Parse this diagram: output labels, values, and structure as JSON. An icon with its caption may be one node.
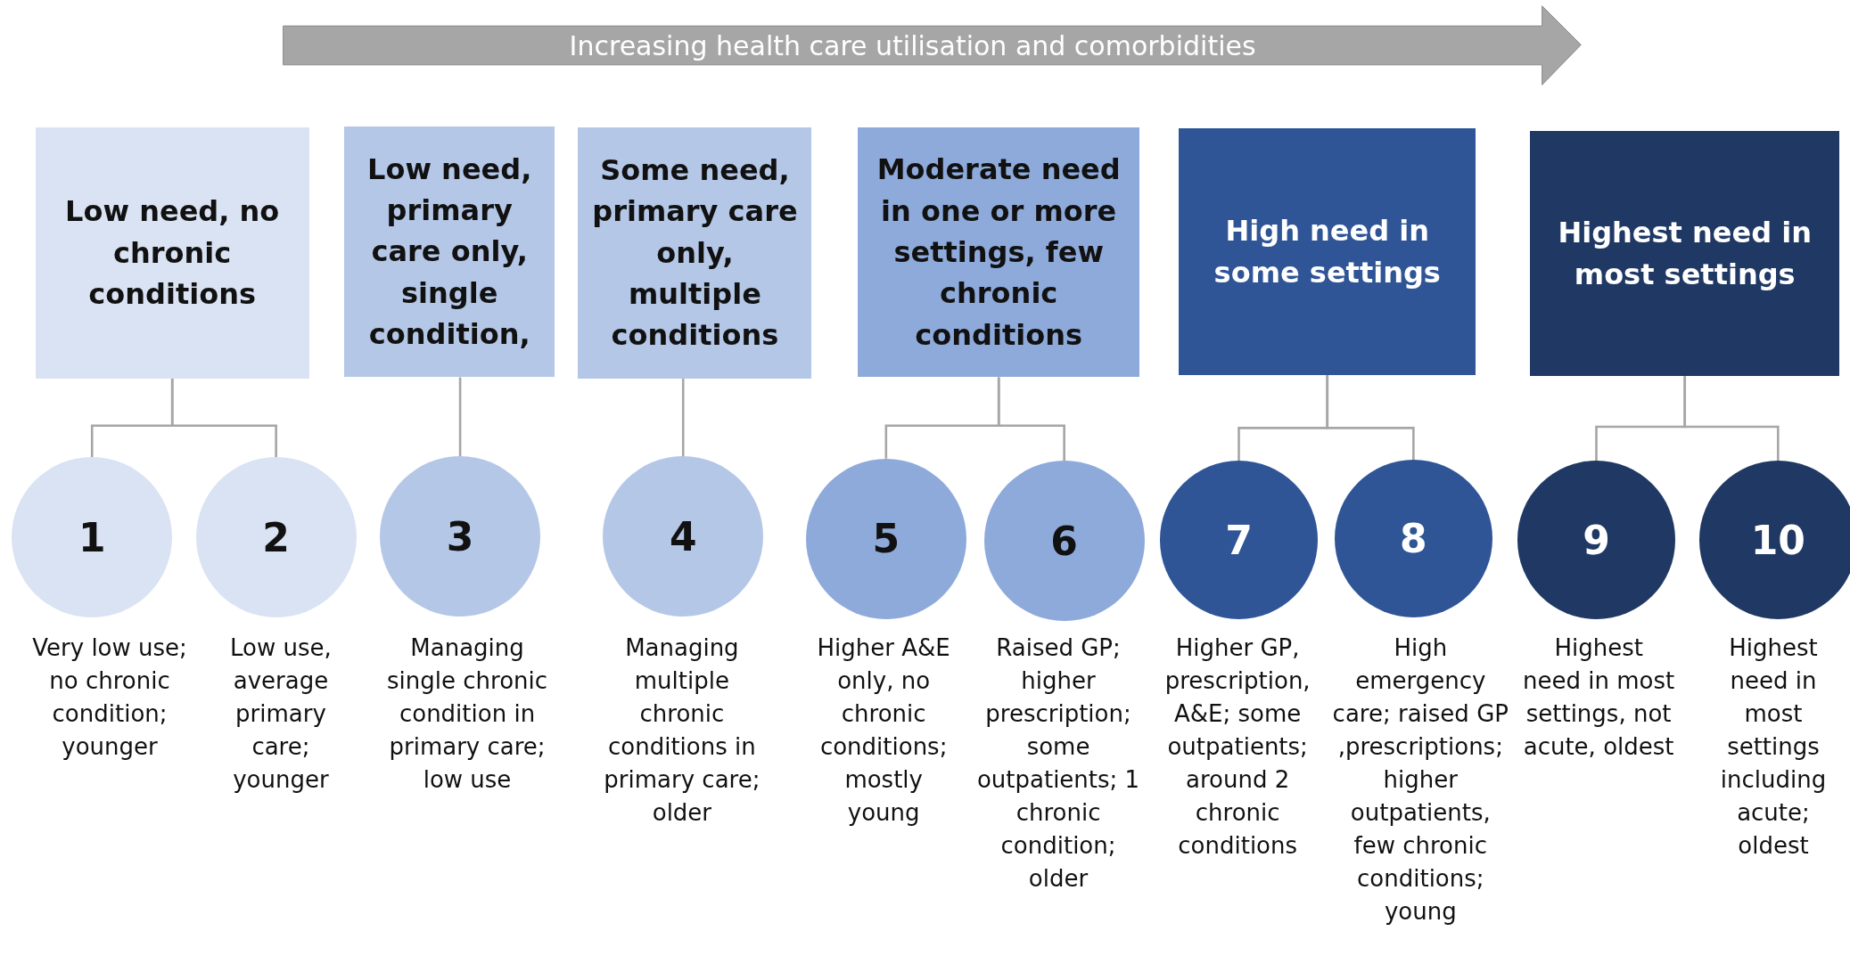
{
  "diagram": {
    "nodes": [
      {
        "text": [
          "Low need, no chronic conditions"
        ]
      },
      {
        "text": [
          "Low need, primary care only, single condition,"
        ]
      },
      {
        "text": [
          "Some need, primary care only, multiple conditions"
        ]
      },
      {
        "text": [
          "Moderate need in one or more settings, few chronic conditions"
        ]
      },
      {
        "text": [
          "High need in some settings"
        ]
      },
      {
        "text": [
          "Highest need in most settings"
        ]
      },
      {
        "text": [
          "1"
        ],
        "beside": [
          "Very low use; no chronic condition; younger"
        ]
      },
      {
        "text": [
          "2"
        ],
        "beside": [
          "Low use, average primary care; younger"
        ]
      },
      {
        "text": [
          "3"
        ],
        "beside": [
          "Managing single chronic condition in primary care; low use"
        ]
      },
      {
        "text": [
          "4"
        ],
        "beside": [
          "Managing multiple chronic conditions in primary care; older"
        ]
      },
      {
        "text": [
          "5"
        ],
        "beside": [
          "Higher A&E only, no chronic conditions; mostly young"
        ]
      },
      {
        "text": [
          "6"
        ],
        "beside": [
          "Raised GP; higher prescription; some outpatients; 1 chronic condition; older"
        ]
      },
      {
        "text": [
          "7"
        ],
        "beside": [
          "Higher GP, prescription, A&E; some outpatients; around 2 chronic conditions"
        ]
      },
      {
        "text": [
          "8"
        ],
        "beside": [
          "High emergency care; raised GP ,prescriptions; higher outpatients, few chronic conditions; young"
        ]
      },
      {
        "text": [
          "9"
        ],
        "beside": [
          "Highest need in most settings, not acute, oldest"
        ]
      },
      {
        "text": [
          "10"
        ],
        "beside": [
          "Highest need in most settings including acute; oldest"
        ]
      }
    ],
    "edges": [
      {
        "from": 0,
        "to": 6,
        "arrow": "none"
      },
      {
        "from": 0,
        "to": 7,
        "arrow": "none"
      },
      {
        "from": 1,
        "to": 8,
        "arrow": "none"
      },
      {
        "from": 2,
        "to": 9,
        "arrow": "none"
      },
      {
        "from": 3,
        "to": 10,
        "arrow": "none"
      },
      {
        "from": 3,
        "to": 11,
        "arrow": "none"
      },
      {
        "from": 4,
        "to": 12,
        "arrow": "none"
      },
      {
        "from": 4,
        "to": 13,
        "arrow": "none"
      },
      {
        "from": 5,
        "to": 14,
        "arrow": "none"
      },
      {
        "from": 5,
        "to": 15,
        "arrow": "none"
      }
    ],
    "labels": [
      "Increasing health care utilisation and comorbidities"
    ]
  }
}
